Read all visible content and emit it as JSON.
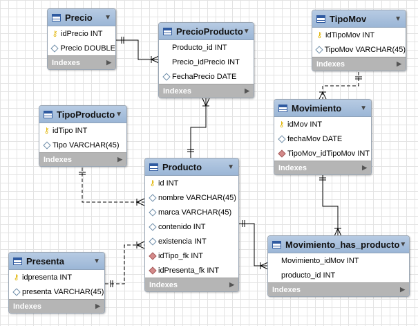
{
  "tables": {
    "precio": {
      "name": "Precio",
      "columns": [
        {
          "icon": "key-icon",
          "label": "idPrecio INT"
        },
        {
          "icon": "column-icon",
          "label": "Precio DOUBLE"
        }
      ],
      "indexes": "Indexes"
    },
    "precioproducto": {
      "name": "PrecioProducto",
      "columns": [
        {
          "icon": "none",
          "label": "Producto_id INT"
        },
        {
          "icon": "none",
          "label": "Precio_idPrecio INT"
        },
        {
          "icon": "column-icon",
          "label": "FechaPrecio DATE"
        }
      ],
      "indexes": "Indexes"
    },
    "tipomov": {
      "name": "TipoMov",
      "columns": [
        {
          "icon": "key-icon",
          "label": "idTipoMov INT"
        },
        {
          "icon": "column-icon",
          "label": "TipoMov VARCHAR(45)"
        }
      ],
      "indexes": "Indexes"
    },
    "tipoproducto": {
      "name": "TipoProducto",
      "columns": [
        {
          "icon": "key-icon",
          "label": "idTipo INT"
        },
        {
          "icon": "column-icon",
          "label": "Tipo VARCHAR(45)"
        }
      ],
      "indexes": "Indexes"
    },
    "movimiento": {
      "name": "Movimiento",
      "columns": [
        {
          "icon": "key-icon",
          "label": "idMov INT"
        },
        {
          "icon": "column-icon",
          "label": "fechaMov DATE"
        },
        {
          "icon": "fk-icon",
          "label": "TipoMov_idTipoMov INT"
        }
      ],
      "indexes": "Indexes"
    },
    "producto": {
      "name": "Producto",
      "columns": [
        {
          "icon": "key-icon",
          "label": "id INT"
        },
        {
          "icon": "column-icon",
          "label": "nombre VARCHAR(45)"
        },
        {
          "icon": "column-icon",
          "label": "marca VARCHAR(45)"
        },
        {
          "icon": "column-icon",
          "label": "contenido INT"
        },
        {
          "icon": "column-icon",
          "label": "existencia INT"
        },
        {
          "icon": "fk-icon",
          "label": "idTipo_fk INT"
        },
        {
          "icon": "fk-icon",
          "label": "idPresenta_fk INT"
        }
      ],
      "indexes": "Indexes"
    },
    "presenta": {
      "name": "Presenta",
      "columns": [
        {
          "icon": "key-icon",
          "label": "idpresenta INT"
        },
        {
          "icon": "column-icon",
          "label": "presenta VARCHAR(45)"
        }
      ],
      "indexes": "Indexes"
    },
    "movimientohasproducto": {
      "name": "Movimiento_has_producto",
      "columns": [
        {
          "icon": "none",
          "label": "Movimiento_idMov INT"
        },
        {
          "icon": "none",
          "label": "producto_id INT"
        }
      ],
      "indexes": "Indexes"
    }
  },
  "colors": {
    "header": "#a8c0dd",
    "indexes_bar": "#b5b5b5",
    "key": "#e0b300",
    "fk": "#d48a8a",
    "line": "#000000"
  }
}
